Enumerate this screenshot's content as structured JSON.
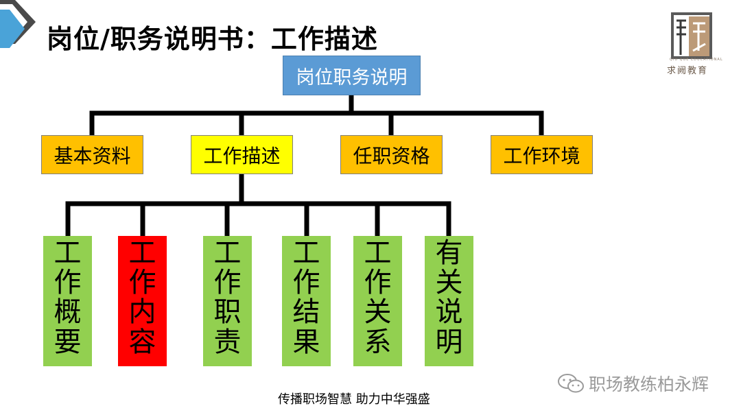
{
  "title": "岗位/职务说明书：工作描述",
  "logo": {
    "name": "求阙教育",
    "sub": "QIU QUE EDUCATIONAL"
  },
  "tree": {
    "root": "岗位职务说明",
    "level1": [
      {
        "label": "基本资料",
        "color": "#ffc000"
      },
      {
        "label": "工作描述",
        "color": "#ffff00"
      },
      {
        "label": "任职资格",
        "color": "#ffc000"
      },
      {
        "label": "工作环境",
        "color": "#ffc000"
      }
    ],
    "level2": [
      {
        "label": "工作概要",
        "color": "#92d050"
      },
      {
        "label": "工作内容",
        "color": "#ff0000"
      },
      {
        "label": "工作职责",
        "color": "#92d050"
      },
      {
        "label": "工作结果",
        "color": "#92d050"
      },
      {
        "label": "工作关系",
        "color": "#92d050"
      },
      {
        "label": "有关说明",
        "color": "#92d050"
      }
    ]
  },
  "footer": "传播职场智慧  助力中华强盛",
  "watermark": "职场教练柏永辉"
}
